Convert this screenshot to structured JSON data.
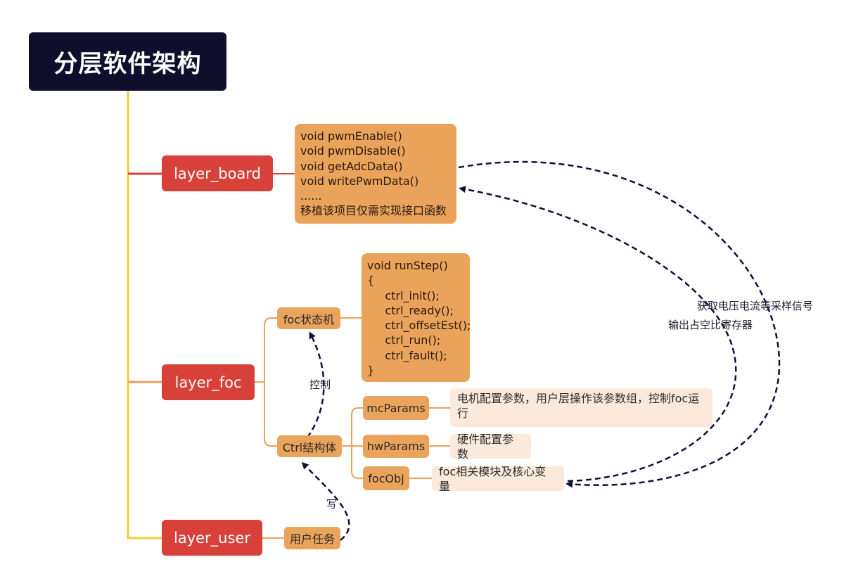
{
  "title": "分层软件架构",
  "layers": {
    "board": "layer_board",
    "foc": "layer_foc",
    "user": "layer_user"
  },
  "board_info": [
    "void pwmEnable()",
    "void pwmDisable()",
    "void getAdcData()",
    "void writePwmData()",
    "......",
    "移植该项目仅需实现接口函数"
  ],
  "foc": {
    "state_machine": "foc状态机",
    "ctrl_struct": "Ctrl结构体",
    "run_step": [
      "void runStep()",
      "{",
      "     ctrl_init();",
      "     ctrl_ready();",
      "     ctrl_offsetEst();",
      "     ctrl_run();",
      "     ctrl_fault();",
      "}"
    ],
    "params": [
      {
        "name": "mcParams",
        "desc_lines": [
          "电机配置参数，用户层操作该参数组，控制foc运",
          "行"
        ]
      },
      {
        "name": "hwParams",
        "desc_lines": [
          "硬件配置参数"
        ]
      },
      {
        "name": "focObj",
        "desc_lines": [
          "foc相关模块及核心变量"
        ]
      }
    ]
  },
  "user_task": "用户任务",
  "arrow_labels": {
    "control": "控制",
    "write": "写",
    "sample": "获取电压电流等采样信号",
    "output": "输出占空比寄存器"
  },
  "colors": {
    "root": "#0f0f2d",
    "layer": "#d8403a",
    "tag": "#eaa35a",
    "note": "#fbeadb",
    "trunk": "#e6d23a",
    "branch_orange": "#eaa35a",
    "dash": "#0f0f3a"
  }
}
